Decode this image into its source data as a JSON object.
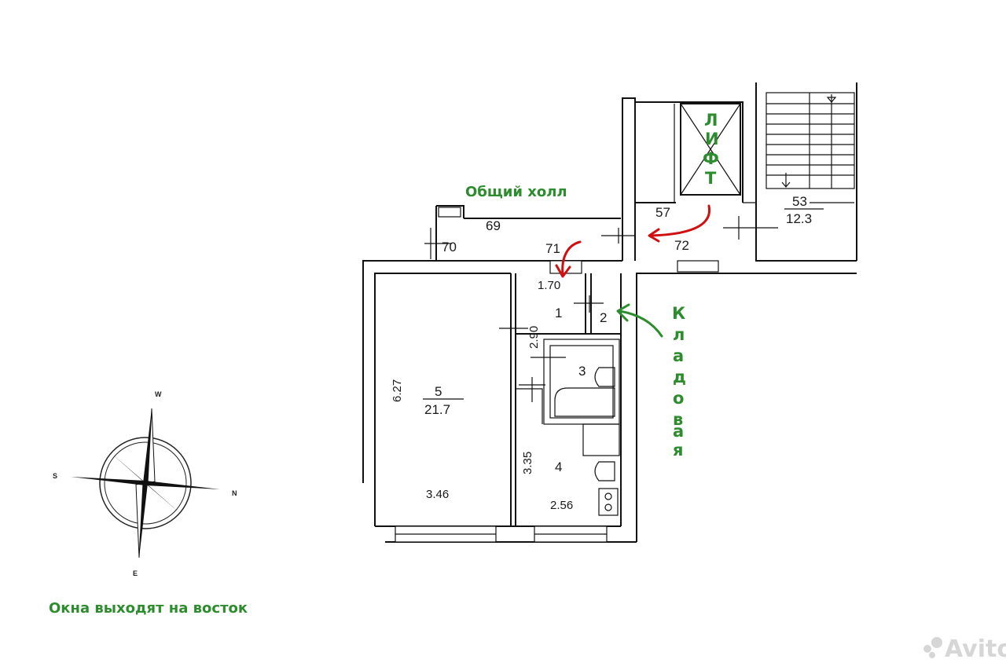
{
  "labels": {
    "hall_title": "Общий холл",
    "lift_letters": [
      "Л",
      "И",
      "Ф",
      "Т"
    ],
    "storage_letters": [
      "К",
      "л",
      "а",
      "д",
      "о",
      "в",
      "а",
      "я"
    ],
    "windows_note": "Окна выходят на восток"
  },
  "rooms": {
    "r69": "69",
    "r70": "70",
    "r71": "71",
    "r72": "72",
    "r57": "57",
    "r53_num": "53",
    "r53_area": "12.3",
    "r5_num": "5",
    "r5_area": "21.7",
    "r1": "1",
    "r2": "2",
    "r3": "3",
    "r4": "4"
  },
  "dimensions": {
    "d_627": "6.27",
    "d_346": "3.46",
    "d_170": "1.70",
    "d_290": "2.90",
    "d_335": "3.35",
    "d_256": "2.56"
  },
  "compass": {
    "w": "W",
    "s": "S",
    "n": "N",
    "e": "E"
  },
  "watermark": "Avito",
  "colors": {
    "annotation_green": "#2d8c2d",
    "arrow_red": "#d01010"
  }
}
